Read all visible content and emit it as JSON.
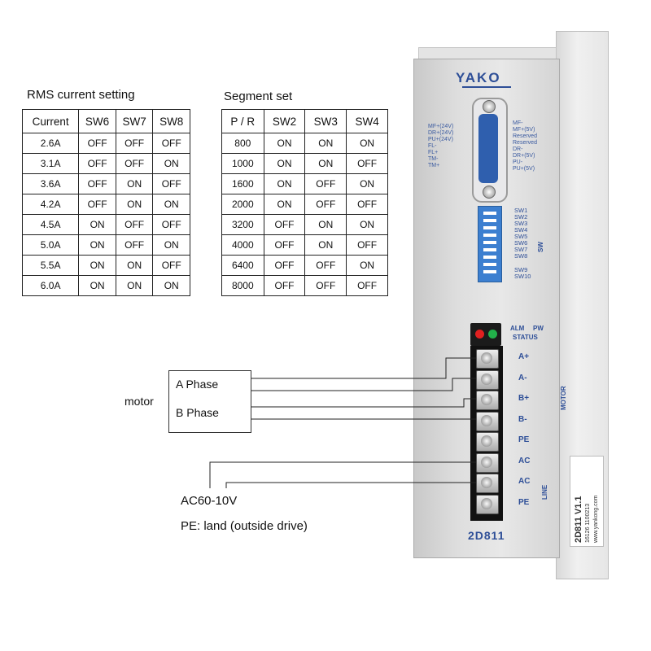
{
  "rms_table": {
    "title": "RMS current setting",
    "headers": [
      "Current",
      "SW6",
      "SW7",
      "SW8"
    ],
    "rows": [
      [
        "2.6A",
        "OFF",
        "OFF",
        "OFF"
      ],
      [
        "3.1A",
        "OFF",
        "OFF",
        "ON"
      ],
      [
        "3.6A",
        "OFF",
        "ON",
        "OFF"
      ],
      [
        "4.2A",
        "OFF",
        "ON",
        "ON"
      ],
      [
        "4.5A",
        "ON",
        "OFF",
        "OFF"
      ],
      [
        "5.0A",
        "ON",
        "OFF",
        "ON"
      ],
      [
        "5.5A",
        "ON",
        "ON",
        "OFF"
      ],
      [
        "6.0A",
        "ON",
        "ON",
        "ON"
      ]
    ]
  },
  "segment_table": {
    "title": "Segment set",
    "headers": [
      "P / R",
      "SW2",
      "SW3",
      "SW4"
    ],
    "rows": [
      [
        "800",
        "ON",
        "ON",
        "ON"
      ],
      [
        "1000",
        "ON",
        "ON",
        "OFF"
      ],
      [
        "1600",
        "ON",
        "OFF",
        "ON"
      ],
      [
        "2000",
        "ON",
        "OFF",
        "OFF"
      ],
      [
        "3200",
        "OFF",
        "ON",
        "ON"
      ],
      [
        "4000",
        "OFF",
        "ON",
        "OFF"
      ],
      [
        "6400",
        "OFF",
        "OFF",
        "ON"
      ],
      [
        "8000",
        "OFF",
        "OFF",
        "OFF"
      ]
    ]
  },
  "drive": {
    "brand": "YAKO",
    "model": "2D811",
    "sticker_model": "2D811 V1.1",
    "sticker_serial": "16126 1100213",
    "sticker_url": "www.yankong.com",
    "connector_left_labels": [
      "MF+(24V)",
      "DR+(24V)",
      "PU+(24V)",
      "FL-",
      "FL+",
      "TM-",
      "TM+"
    ],
    "connector_right_labels": [
      "MF-",
      "MF+(5V)",
      "Reserved",
      "Reserved",
      "DR-",
      "DR+(5V)",
      "PU-",
      "PU+(5V)"
    ],
    "sw_labels": [
      "SW1",
      "SW2",
      "SW3",
      "SW4",
      "SW5",
      "SW6",
      "SW7",
      "SW8",
      "SW9",
      "SW10"
    ],
    "sw_group": "SW",
    "status_labels": {
      "alm": "ALM",
      "pw": "PW",
      "status": "STATUS"
    },
    "terminal_labels": [
      "A+",
      "A-",
      "B+",
      "B-",
      "PE",
      "AC",
      "AC",
      "PE"
    ],
    "motor_group": "MOTOR",
    "line_group": "LINE",
    "colors": {
      "accent": "#2d4e97",
      "led_red": "#e02020",
      "led_green": "#22b04a",
      "dip": "#3c7fd0"
    }
  },
  "diagram": {
    "motor_label": "motor",
    "a_phase": "A Phase",
    "b_phase": "B Phase",
    "ac_label": "AC60-10V",
    "pe_label": "PE: land (outside drive)"
  }
}
